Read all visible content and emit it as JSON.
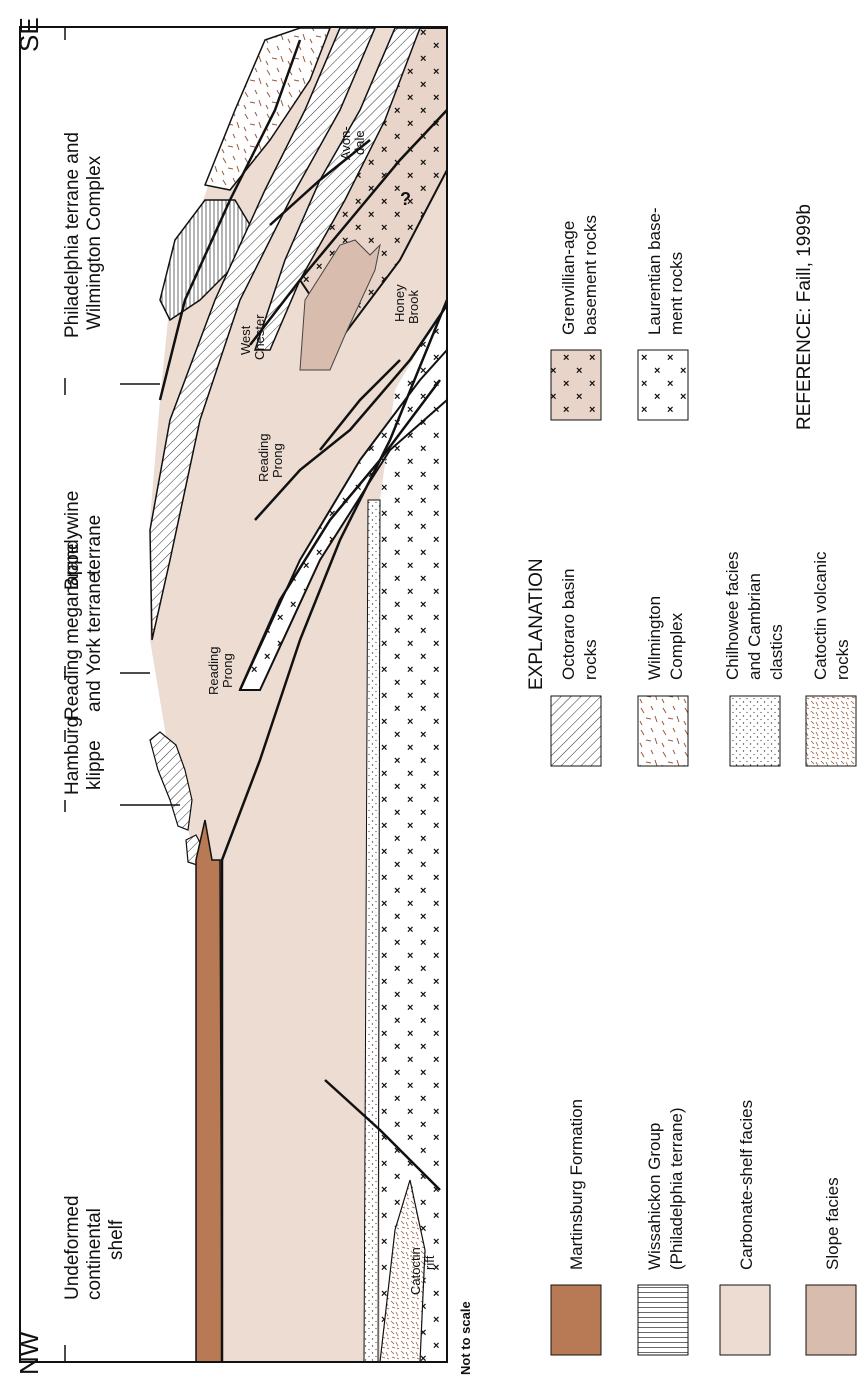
{
  "directions": {
    "left": "NW",
    "right": "SE"
  },
  "terranes": [
    {
      "line1": "Undeformed",
      "line2": "continental",
      "line3": "shelf"
    },
    {
      "line1": "Hamburg",
      "line2": "klippe"
    },
    {
      "line1": "Reading meganappe",
      "line2": "and York terrane"
    },
    {
      "line1": "Brandywine",
      "line2": "terrane"
    },
    {
      "line1": "Philadelphia terrane and",
      "line2": "Wilmington Complex"
    }
  ],
  "map_labels": {
    "west_chester": [
      "West",
      "Chester"
    ],
    "reading_prong_upper": [
      "Reading",
      "Prong"
    ],
    "reading_prong_lower": [
      "Reading",
      "Prong"
    ],
    "avondale": [
      "Avon-",
      "dale"
    ],
    "honey_brook": [
      "Honey",
      "Brook"
    ],
    "catoctin_rift": [
      "Catoctin",
      "rift"
    ],
    "question_mark": "?"
  },
  "scale_note": "Not to scale",
  "explanation_title": "EXPLANATION",
  "legend": {
    "col1": [
      {
        "label": "Martinsburg Formation",
        "swatch": "martinsburg"
      },
      {
        "label_line1": "Wissahickon Group",
        "label_line2": "(Philadelphia terrane)",
        "swatch": "wissahickon"
      },
      {
        "label": "Carbonate-shelf facies",
        "swatch": "carbonate"
      },
      {
        "label": "Slope facies",
        "swatch": "slope"
      }
    ],
    "col2": [
      {
        "label_line1": "Octoraro basin",
        "label_line2": "rocks",
        "swatch": "octoraro"
      },
      {
        "label_line1": "Wilmington",
        "label_line2": "Complex",
        "swatch": "wilmington"
      },
      {
        "label_line1": "Chilhowee facies",
        "label_line2": "and Cambrian",
        "label_line3": "clastics",
        "swatch": "chilhowee"
      },
      {
        "label_line1": "Catoctin volcanic",
        "label_line2": "rocks",
        "swatch": "catoctin"
      }
    ],
    "col3": [
      {
        "label_line1": "Grenvillian-age",
        "label_line2": "basement rocks",
        "swatch": "grenvillian"
      },
      {
        "label_line1": "Laurentian base-",
        "label_line2": "ment rocks",
        "swatch": "laurentian"
      }
    ]
  },
  "reference": "REFERENCE: Faill, 1999b",
  "colors": {
    "martinsburg": "#b77a55",
    "carbonate": "#ecdcd2",
    "slope": "#d8bcad",
    "grenvillian": "#e8d4c8",
    "cross": "#b0694a",
    "line": "#111111"
  }
}
